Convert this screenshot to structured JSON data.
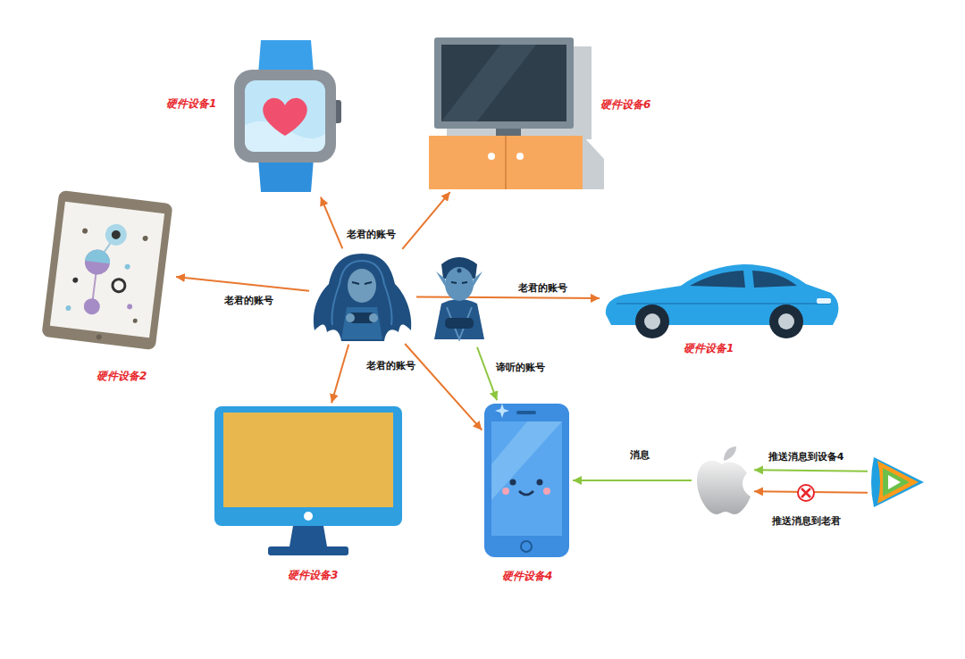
{
  "diagram": {
    "nodes": [
      {
        "text": [
          "硬件设备1"
        ]
      },
      {
        "text": [
          "硬件设备6"
        ]
      },
      {
        "text": [
          "硬件设备2"
        ]
      },
      {
        "text": []
      },
      {
        "text": []
      },
      {
        "text": [
          "硬件设备1"
        ]
      },
      {
        "text": [
          "硬件设备3"
        ]
      },
      {
        "text": [
          "硬件设备4"
        ]
      },
      {
        "text": []
      },
      {
        "text": []
      }
    ],
    "edges": [
      {
        "from": 3,
        "to": 0,
        "arrow": "to",
        "label": "老君的账号"
      },
      {
        "from": 3,
        "to": 1,
        "arrow": "to"
      },
      {
        "from": 3,
        "to": 2,
        "arrow": "to",
        "label": "老君的账号"
      },
      {
        "from": 3,
        "to": 5,
        "arrow": "to",
        "label": "老君的账号"
      },
      {
        "from": 3,
        "to": 6,
        "arrow": "to",
        "label": "老君的账号"
      },
      {
        "from": 3,
        "to": 7,
        "arrow": "to"
      },
      {
        "from": 4,
        "to": 7,
        "arrow": "to",
        "label": "谛听的账号"
      },
      {
        "from": 8,
        "to": 7,
        "arrow": "to",
        "label": "消息"
      },
      {
        "from": 9,
        "to": 8,
        "arrow": "to",
        "label": "推送消息到设备4"
      },
      {
        "from": 9,
        "to": 8,
        "arrow": "to",
        "label": "推送消息到老君"
      }
    ]
  }
}
